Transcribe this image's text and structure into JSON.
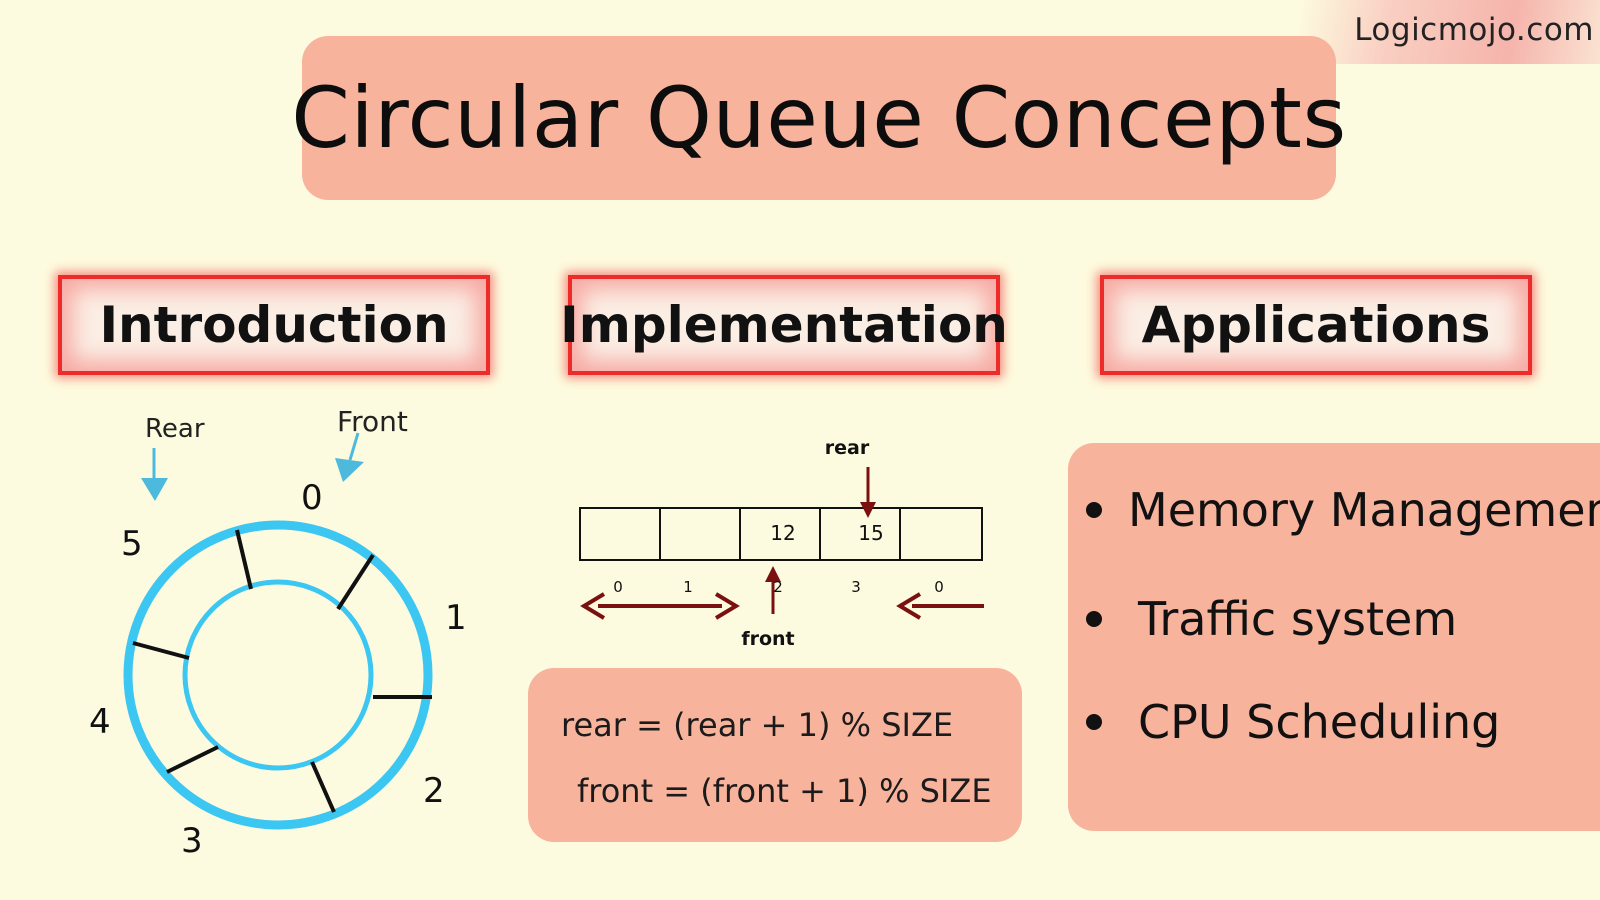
{
  "brand": {
    "text": "Logicmojo.com"
  },
  "title": "Circular Queue Concepts",
  "sections": [
    {
      "id": "introduction",
      "label": "Introduction"
    },
    {
      "id": "implementation",
      "label": "Implementation"
    },
    {
      "id": "applications",
      "label": "Applications"
    }
  ],
  "circular_diagram": {
    "rear_label": "Rear",
    "front_label": "Front",
    "index_labels": [
      "0",
      "1",
      "2",
      "3",
      "4",
      "5"
    ],
    "ring_color": "#3cc6f2",
    "arrow_color": "#4db9dc"
  },
  "linear_diagram": {
    "rear_label": "rear",
    "front_label": "front",
    "cells": [
      "",
      "",
      "12",
      "15",
      ""
    ],
    "index_labels": [
      "0",
      "1",
      "2",
      "3",
      "0"
    ],
    "arrow_color": "#7a1010"
  },
  "formulas": {
    "rear": "rear = (rear + 1) % SIZE",
    "front": "front = (front + 1) % SIZE"
  },
  "applications": [
    "Memory Management",
    "Traffic system",
    "CPU Scheduling"
  ],
  "colors": {
    "background": "#fdfbdf",
    "panel": "#f8b39d",
    "section_border": "#ee2b2b"
  }
}
